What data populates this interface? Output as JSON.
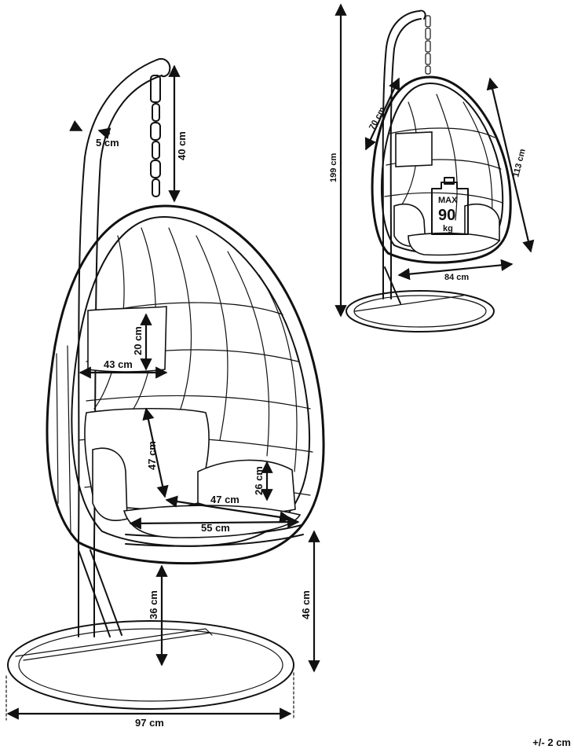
{
  "large_view": {
    "labels": {
      "pole": "5 cm",
      "chain": "40 cm",
      "pillow_height": "20 cm",
      "pillow_width": "43 cm",
      "backrest": "47 cm",
      "seat_depth": "47 cm",
      "armrest": "26 cm",
      "seat_width": "55 cm",
      "seat_height": "36 cm",
      "total_seat_height": "46 cm",
      "base_diameter": "97 cm"
    }
  },
  "small_view": {
    "labels": {
      "total_height": "199 cm",
      "depth": "70 cm",
      "basket_height": "113 cm",
      "width": "84 cm"
    },
    "weight_tag": {
      "max": "MAX",
      "value": "90",
      "unit": "kg"
    }
  },
  "tolerance": "+/- 2 cm"
}
